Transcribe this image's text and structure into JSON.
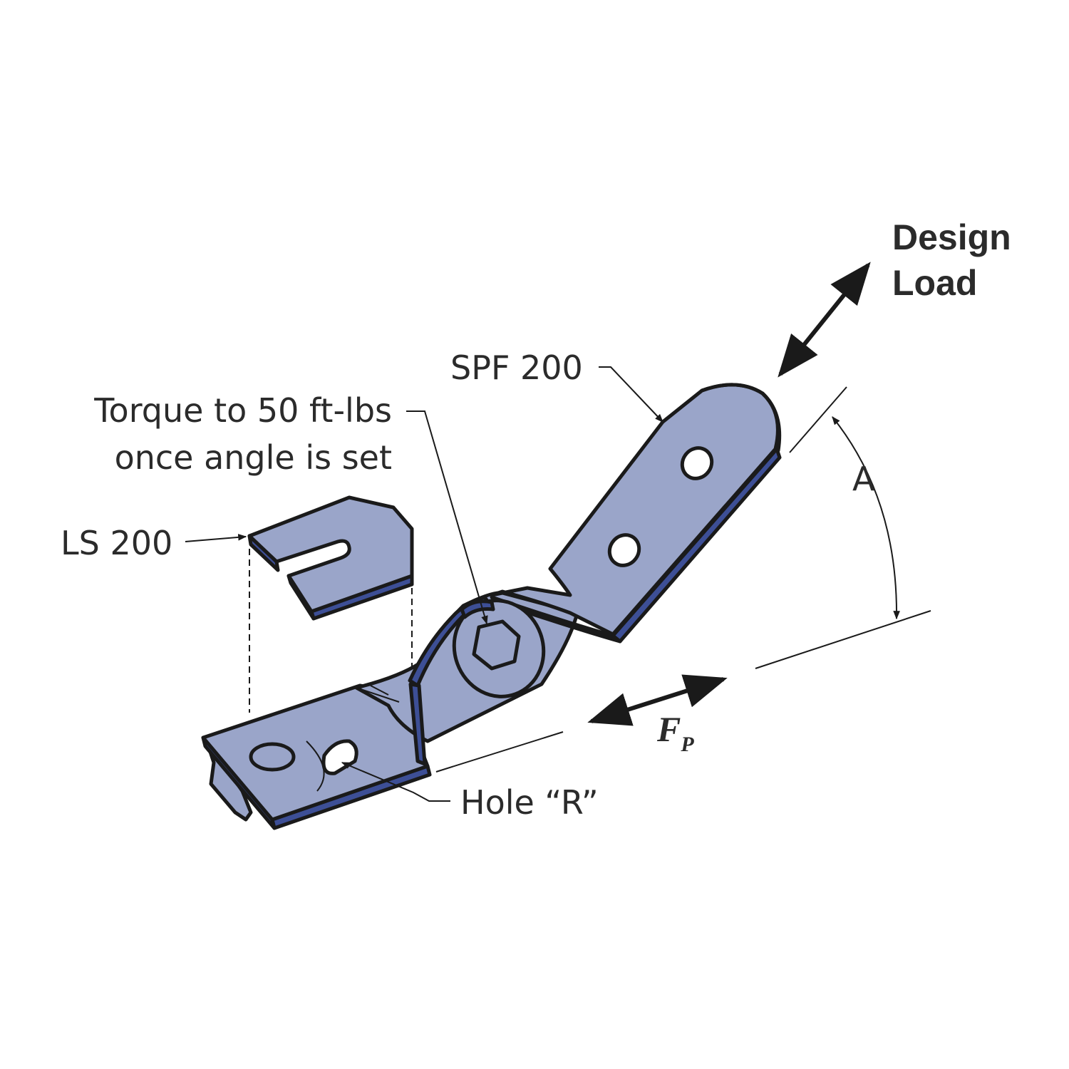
{
  "labels": {
    "design_load_line1": "Design",
    "design_load_line2": "Load",
    "spf": "SPF 200",
    "torque_line1": "Torque to 50 ft-lbs",
    "torque_line2": "once angle is set",
    "ls": "LS 200",
    "angle": "A",
    "force_main": "F",
    "force_sub": "P",
    "hole": "Hole “R”"
  },
  "colors": {
    "part_fill": "#9aa5c9",
    "part_edge": "#3d4f96",
    "line": "#1a1a1a",
    "text": "#2b2b2b"
  }
}
